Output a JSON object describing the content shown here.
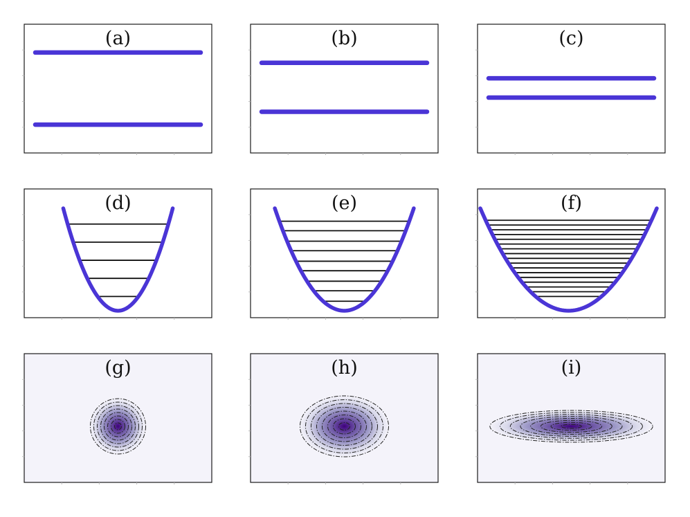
{
  "colors": {
    "curve": "#4a35d6",
    "level_line": "#111111",
    "density_bg": "#f4f3fa",
    "density_core": "#3f007d",
    "frame": "#1a1a1a"
  },
  "chart_data": [
    {
      "label": "(a)",
      "type": "line",
      "series": [
        {
          "values": [
            0.78,
            0.78
          ]
        },
        {
          "values": [
            0.22,
            0.22
          ]
        }
      ],
      "ylim": [
        0,
        1
      ],
      "grid": false
    },
    {
      "label": "(b)",
      "type": "line",
      "series": [
        {
          "values": [
            0.7,
            0.7
          ]
        },
        {
          "values": [
            0.32,
            0.32
          ]
        }
      ],
      "ylim": [
        0,
        1
      ],
      "grid": false
    },
    {
      "label": "(c)",
      "type": "line",
      "series": [
        {
          "values": [
            0.58,
            0.58
          ]
        },
        {
          "values": [
            0.43,
            0.43
          ]
        }
      ],
      "ylim": [
        0,
        1
      ],
      "grid": false
    },
    {
      "label": "(d)",
      "type": "line",
      "curve": "parabola",
      "curvature": 1.0,
      "levels": [
        0.15,
        0.34,
        0.53,
        0.72,
        0.91
      ],
      "grid": false
    },
    {
      "label": "(e)",
      "type": "line",
      "curve": "parabola",
      "curvature": 0.62,
      "levels": [
        0.1,
        0.21,
        0.31,
        0.42,
        0.52,
        0.63,
        0.73,
        0.84,
        0.94
      ],
      "grid": false
    },
    {
      "label": "(f)",
      "type": "line",
      "curve": "parabola",
      "curvature": 0.32,
      "levels": [
        0.15,
        0.2,
        0.25,
        0.3,
        0.35,
        0.4,
        0.45,
        0.5,
        0.55,
        0.6,
        0.65,
        0.7,
        0.75,
        0.8,
        0.85,
        0.9,
        0.95
      ],
      "grid": false
    },
    {
      "label": "(g)",
      "type": "heatmap",
      "sigma_x": 1.0,
      "sigma_y": 1.0,
      "contour_levels": 8,
      "grid": false
    },
    {
      "label": "(h)",
      "type": "heatmap",
      "sigma_x": 1.6,
      "sigma_y": 1.1,
      "contour_levels": 8,
      "grid": false
    },
    {
      "label": "(i)",
      "type": "heatmap",
      "sigma_x": 2.8,
      "sigma_y": 0.8,
      "contour_levels": 8,
      "grid": false
    }
  ]
}
